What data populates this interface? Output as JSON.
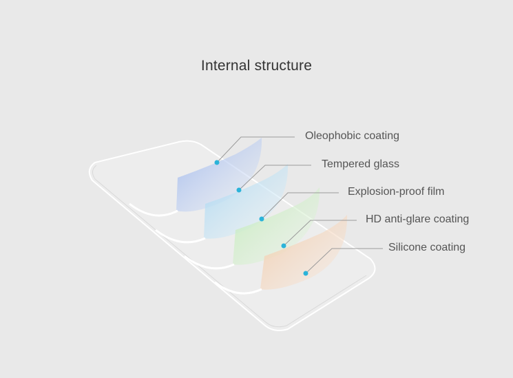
{
  "title": "Internal structure",
  "layers": [
    {
      "label": "Oleophobic coating",
      "color": "#aac2ee"
    },
    {
      "label": "Tempered glass",
      "color": "#b4dcf2"
    },
    {
      "label": "Explosion-proof film",
      "color": "#c6ecc0"
    },
    {
      "label": "HD anti-glare coating",
      "color": "#f5d2b6"
    },
    {
      "label": "Silicone coating",
      "color": "#ffffff"
    }
  ],
  "colors": {
    "background": "#e9e9e9",
    "dot": "#2bb3d9",
    "leader_line": "#9a9a9a"
  }
}
